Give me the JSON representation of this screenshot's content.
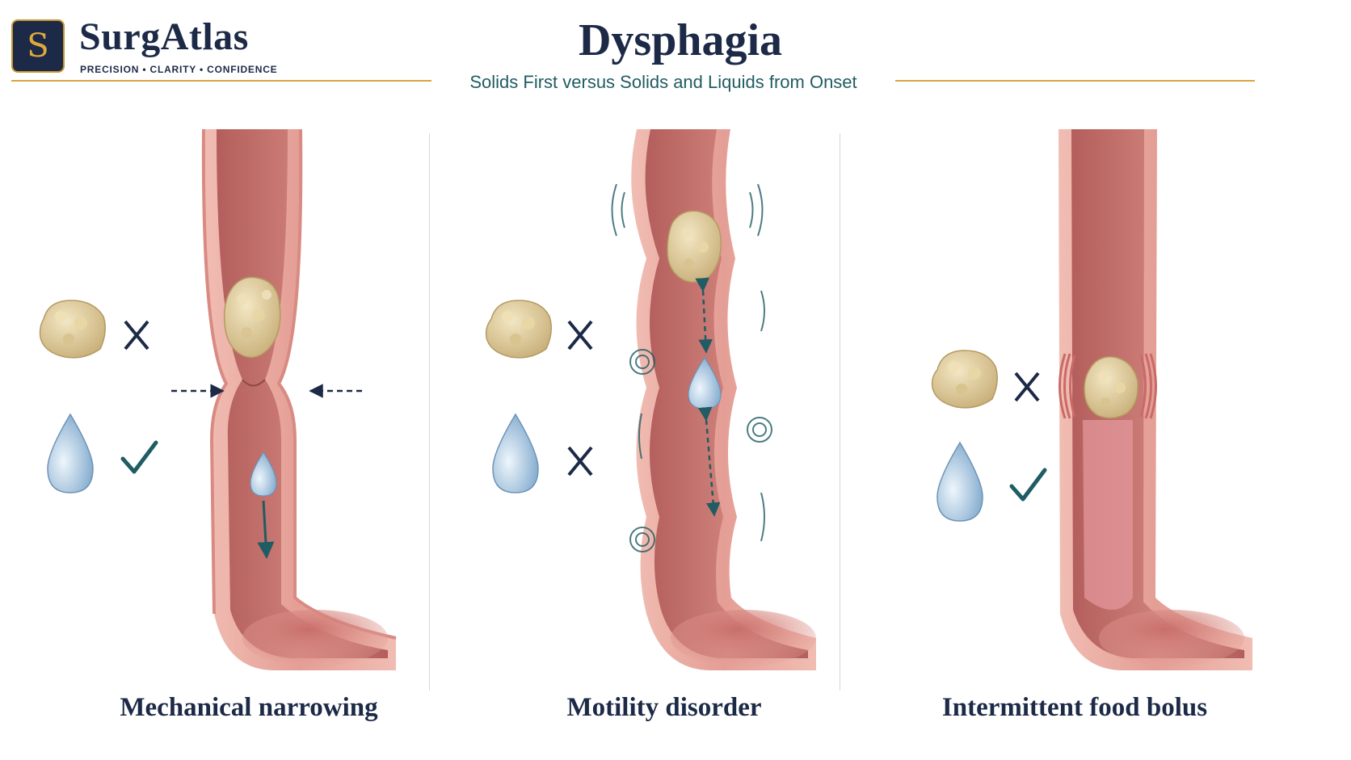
{
  "brand": {
    "logo_letter": "S",
    "name": "SurgAtlas",
    "tagline": "PRECISION • CLARITY • CONFIDENCE"
  },
  "title": "Dysphagia",
  "subtitle": "Solids First versus Solids and Liquids from Onset",
  "colors": {
    "navy": "#1c2a47",
    "gold": "#d9a441",
    "teal": "#1f5c63",
    "mucosa": "#c8716e",
    "wall": "#e9a8a0",
    "bolus": "#e7d6a6",
    "droplet": "#a9cbe4"
  },
  "panels": [
    {
      "caption": "Mechanical narrowing",
      "solid_status": "blocked",
      "liquid_status": "passes",
      "solid_mark_icon": "x-mark-icon",
      "liquid_mark_icon": "check-mark-icon"
    },
    {
      "caption": "Motility disorder",
      "solid_status": "blocked",
      "liquid_status": "blocked",
      "solid_mark_icon": "x-mark-icon",
      "liquid_mark_icon": "x-mark-icon"
    },
    {
      "caption": "Intermittent food bolus",
      "solid_status": "blocked",
      "liquid_status": "passes",
      "solid_mark_icon": "x-mark-icon",
      "liquid_mark_icon": "check-mark-icon"
    }
  ]
}
